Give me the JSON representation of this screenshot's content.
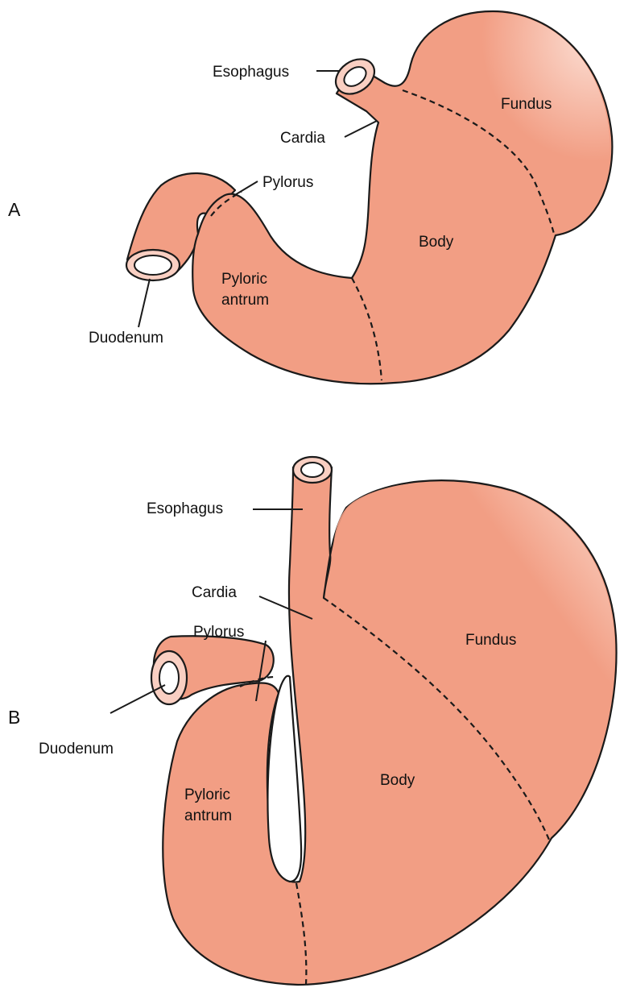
{
  "panels": [
    {
      "letter": "A",
      "labels": {
        "esophagus": "Esophagus",
        "fundus": "Fundus",
        "cardia": "Cardia",
        "pylorus": "Pylorus",
        "body": "Body",
        "pyloric_antrum_1": "Pyloric",
        "pyloric_antrum_2": "antrum",
        "duodenum": "Duodenum"
      }
    },
    {
      "letter": "B",
      "labels": {
        "esophagus": "Esophagus",
        "cardia": "Cardia",
        "pylorus": "Pylorus",
        "fundus": "Fundus",
        "duodenum": "Duodenum",
        "body": "Body",
        "pyloric_antrum_1": "Pyloric",
        "pyloric_antrum_2": "antrum"
      }
    }
  ],
  "colors": {
    "stomach_fill": "#F29E84",
    "stomach_highlight": "#FDE3D8",
    "lumen_ring": "#F9CFC2",
    "outline": "#1A1A1A"
  }
}
